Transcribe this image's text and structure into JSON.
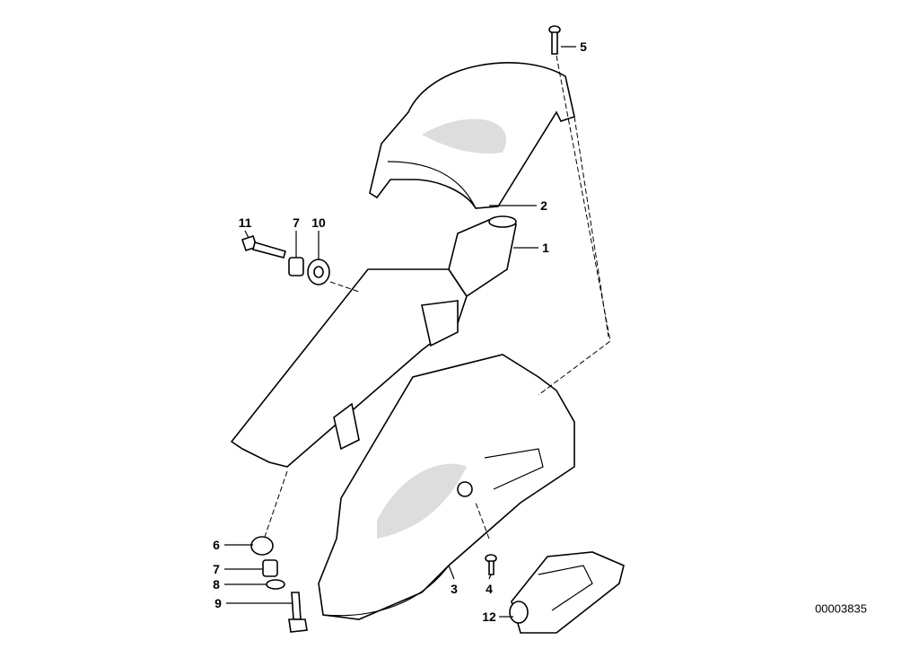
{
  "diagram": {
    "labels": {
      "p1": "1",
      "p2": "2",
      "p3": "3",
      "p4": "4",
      "p5": "5",
      "p6": "6",
      "p7a": "7",
      "p7b": "7",
      "p8": "8",
      "p9": "9",
      "p10": "10",
      "p11": "11",
      "p12": "12"
    },
    "reference_number": "00003835"
  }
}
